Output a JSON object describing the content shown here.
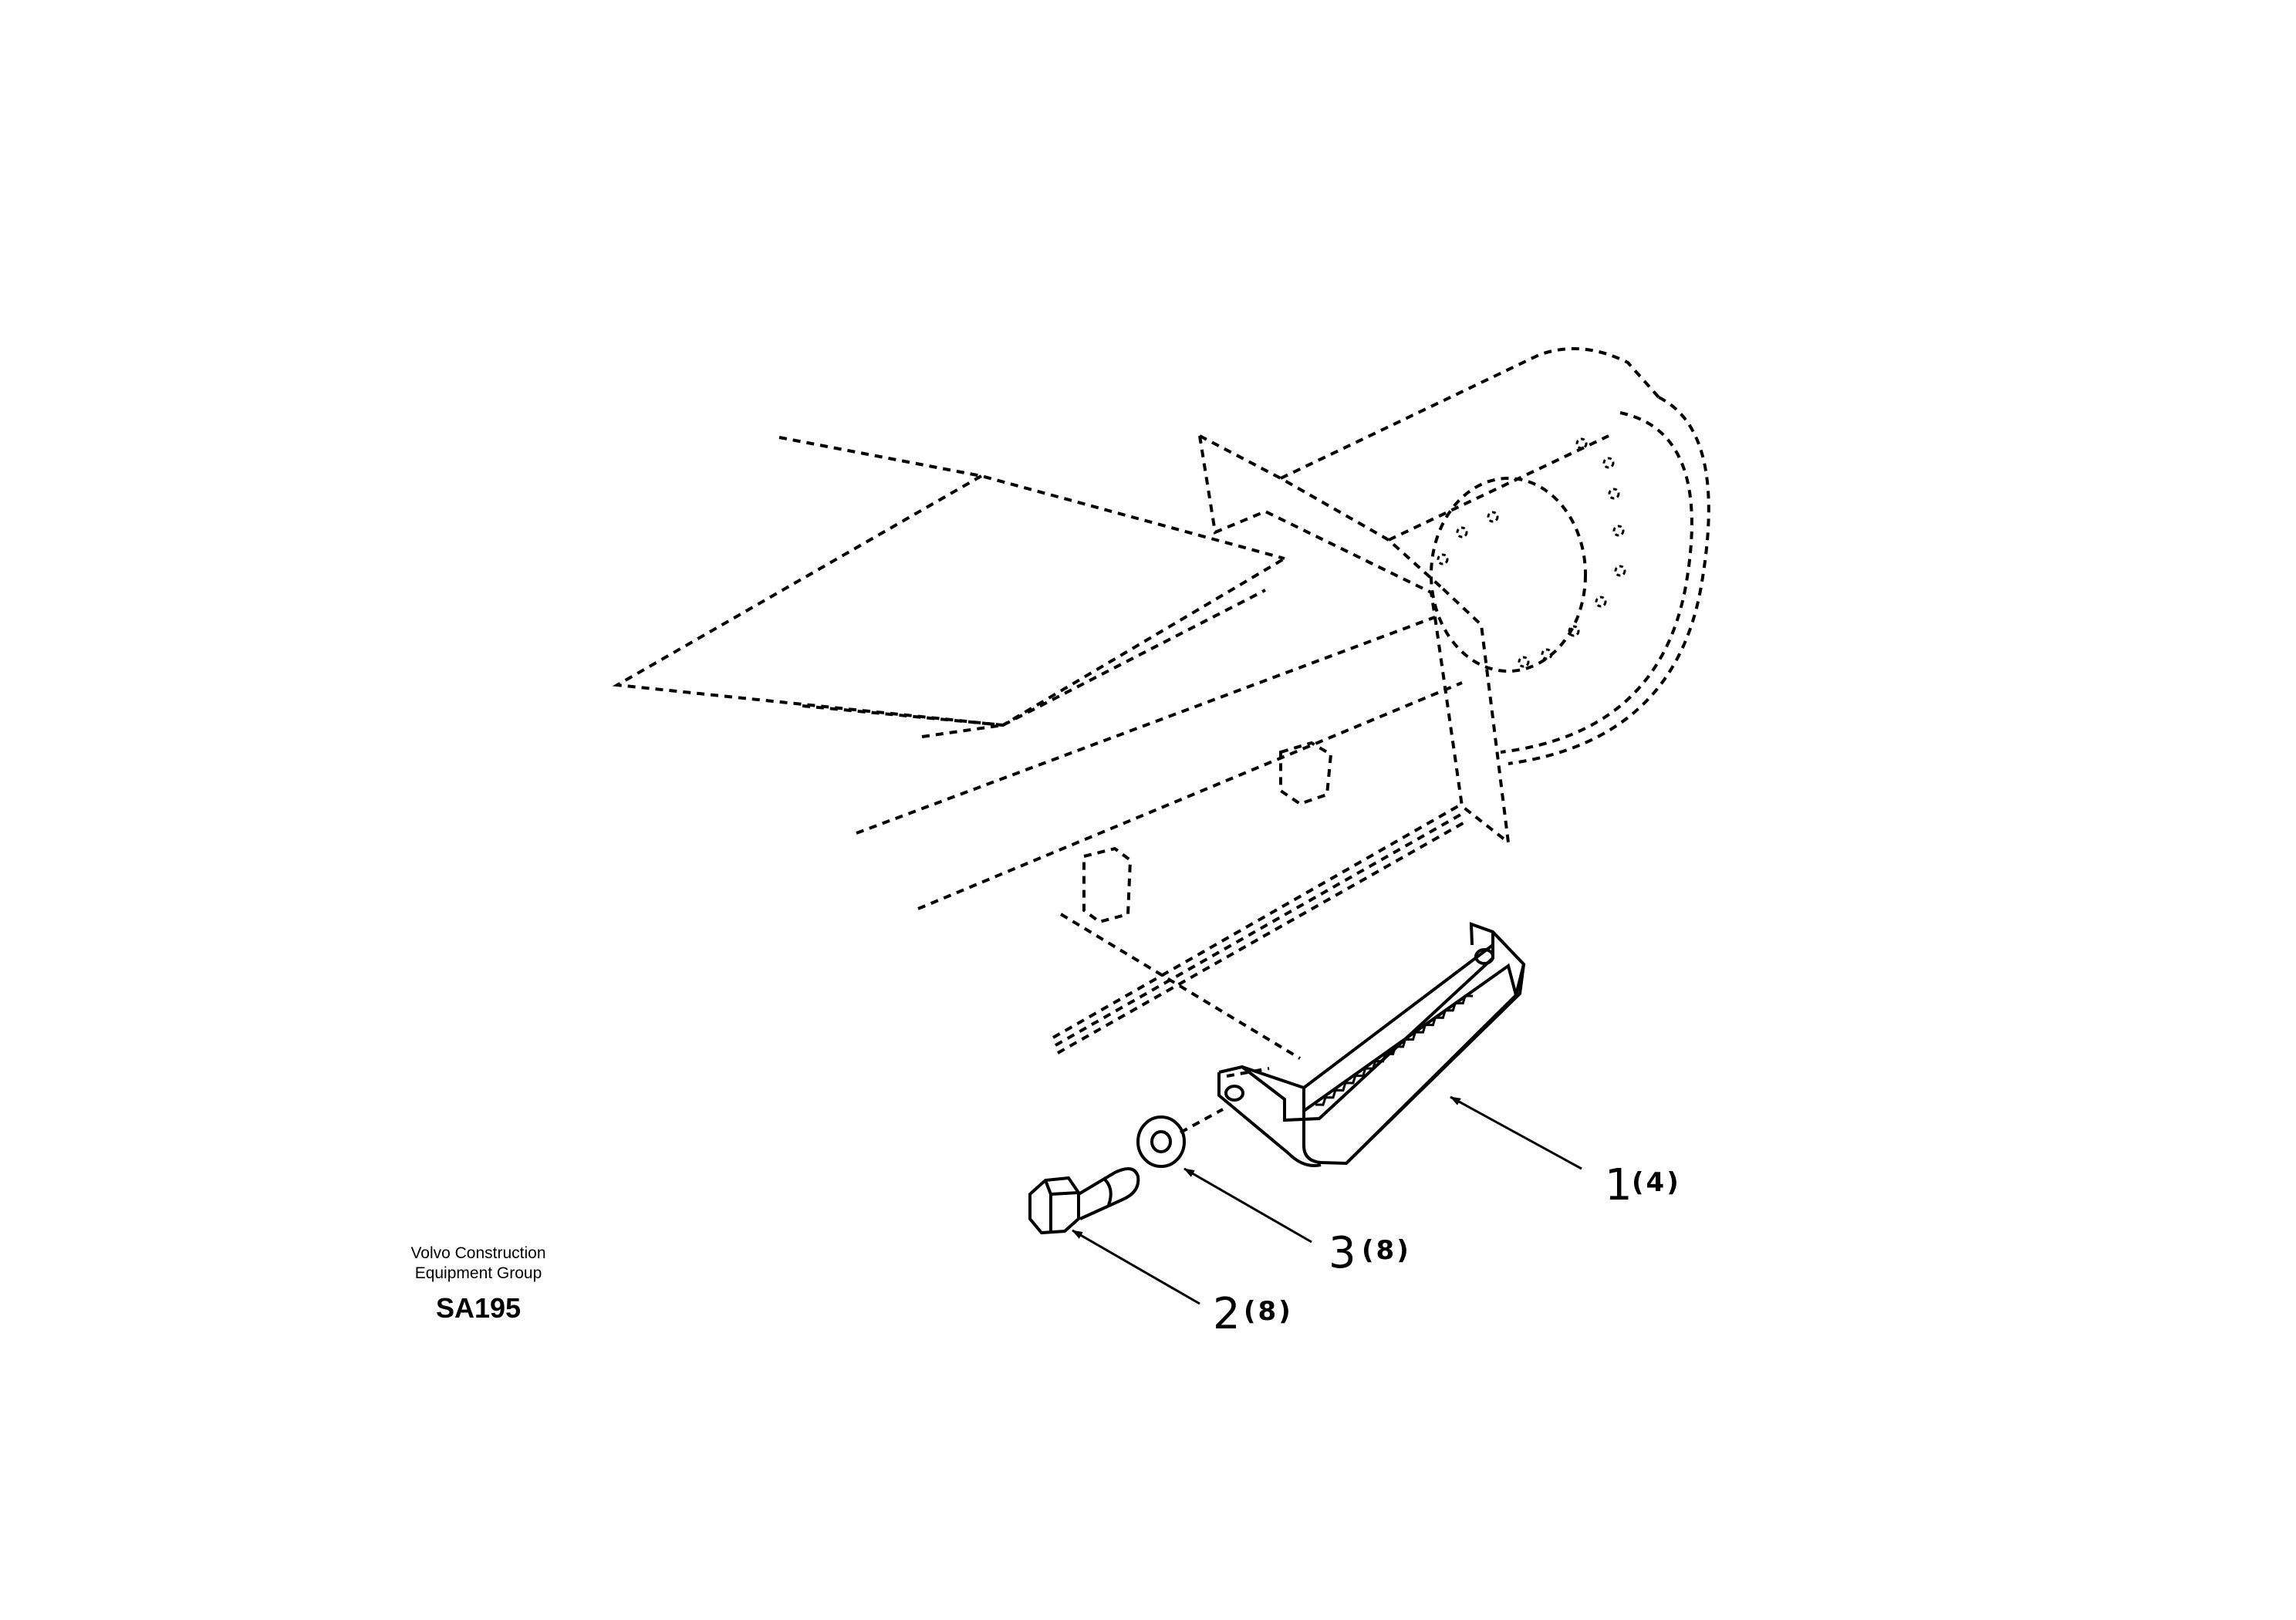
{
  "callouts": [
    {
      "id": "1",
      "number": "1",
      "qty": "(4)",
      "part": "step bracket"
    },
    {
      "id": "2",
      "number": "2",
      "qty": "(8)",
      "part": "bolt"
    },
    {
      "id": "3",
      "number": "3",
      "qty": "(8)",
      "part": "washer"
    }
  ],
  "maker": {
    "line1": "Volvo Construction",
    "line2": "Equipment Group",
    "code": "SA195"
  }
}
